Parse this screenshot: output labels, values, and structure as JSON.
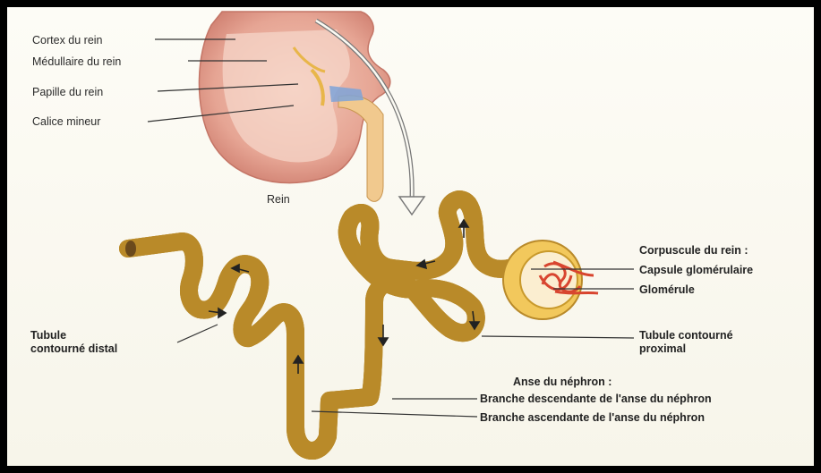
{
  "kidney": {
    "cortex": "Cortex du rein",
    "medulla": "Médullaire du rein",
    "papilla": "Papille du rein",
    "calyx": "Calice mineur",
    "caption": "Rein"
  },
  "nephron": {
    "corpuscle_title": "Corpuscule du rein :",
    "capsule": "Capsule glomérulaire",
    "glomerulus": "Glomérule",
    "pct_line1": "Tubule contourné",
    "pct_line2": "proximal",
    "dct_line1": "Tubule",
    "dct_line2": "contourné distal",
    "loop_title": "Anse du néphron :",
    "descending": "Branche descendante de l'anse du néphron",
    "ascending": "Branche ascendante de l'anse du néphron"
  },
  "colors": {
    "tubule": "#f0c65a",
    "tubule_shade": "#c99a2c",
    "kidney": "#e7a79a",
    "glomerulus": "#d8452f"
  }
}
